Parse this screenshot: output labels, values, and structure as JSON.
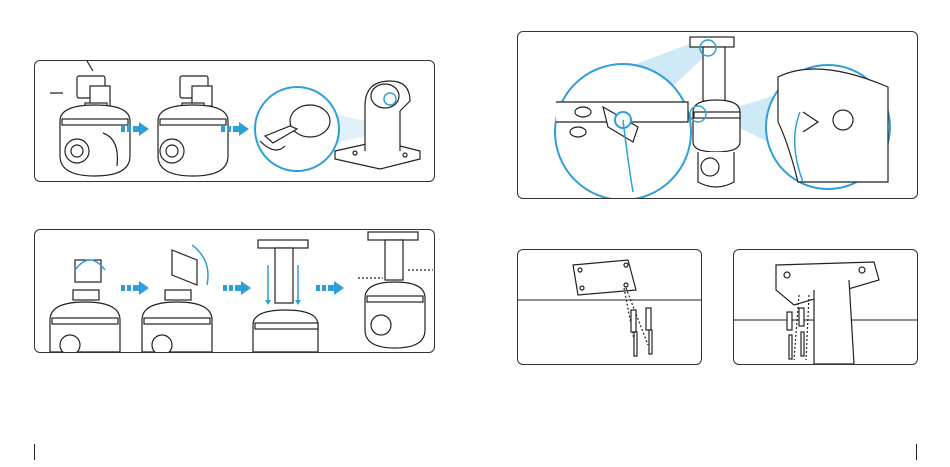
{
  "page": {
    "panels": [
      {
        "id": "panel-1",
        "description_icon": "camera-bracket-removal-icon"
      },
      {
        "id": "panel-2",
        "description_icon": "cable-tether-icon"
      },
      {
        "id": "panel-3",
        "description_icon": "bracket-swap-icon"
      },
      {
        "id": "panel-4",
        "description_icon": "ceiling-anchor-icon"
      },
      {
        "id": "panel-5",
        "description_icon": "pole-mount-screw-icon"
      }
    ],
    "colors": {
      "line": "#222222",
      "accent": "#2f9fd8",
      "highlight": "#bfe6f6"
    }
  }
}
